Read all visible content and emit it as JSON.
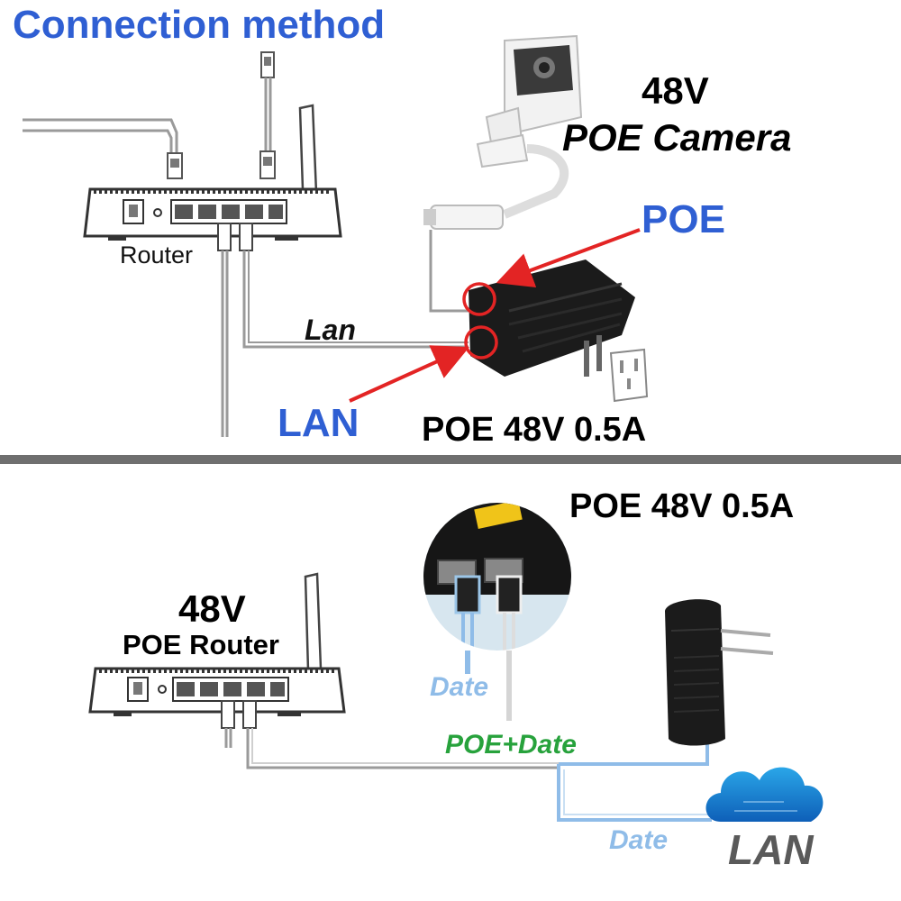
{
  "top_panel": {
    "title": "Connection method",
    "camera_voltage": "48V",
    "camera_label": "POE Camera",
    "poe_callout": "POE",
    "router_label": "Router",
    "lan_wire_label": "Lan",
    "lan_callout": "LAN",
    "injector_label": "POE 48V 0.5A"
  },
  "bottom_panel": {
    "injector_label": "POE 48V 0.5A",
    "router_voltage": "48V",
    "router_label": "POE Router",
    "date_label_upper": "Date",
    "poe_date_label": "POE+Date",
    "date_label_lower": "Date",
    "lan_label": "LAN"
  },
  "colors": {
    "heading_blue": "#2f5fd3",
    "callout_red": "#e32424",
    "data_light_blue": "#8fbce8",
    "poe_green": "#27a23c",
    "divider_gray": "#6f6f6f",
    "device_black": "#1b1b1b"
  },
  "icons": [
    "router-icon",
    "antenna-icon",
    "camera-icon",
    "injector-icon",
    "power-socket-icon",
    "cloud-icon",
    "rj45-plug-icon"
  ]
}
